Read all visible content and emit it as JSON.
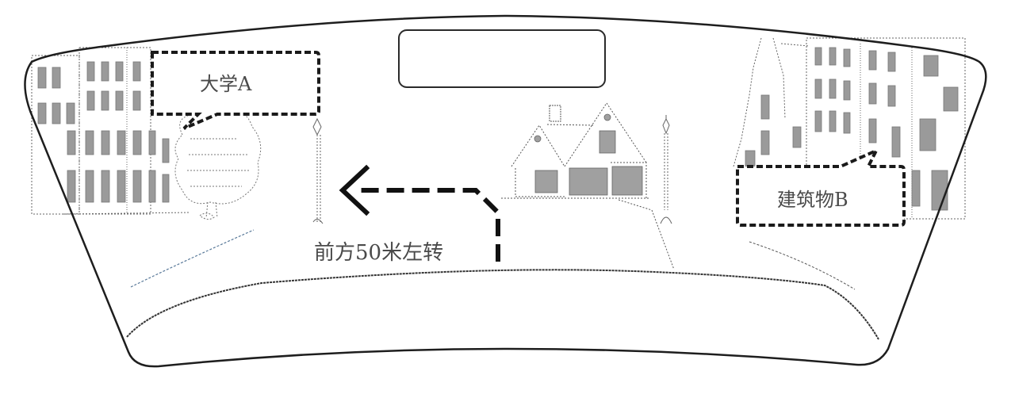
{
  "figure": {
    "type": "hud-windshield-ar-navigation-diagram",
    "style": "black-and-white line drawing"
  },
  "hud": {
    "display_box": {
      "content": ""
    }
  },
  "labels": {
    "poi_a": "大学A",
    "poi_b": "建筑物B",
    "navigation_instruction": "前方50米左转"
  },
  "navigation": {
    "arrow_direction": "left",
    "arrow_style": "dashed"
  },
  "scene": {
    "left_side": [
      "multi-story buildings",
      "tree",
      "street lamp"
    ],
    "center": [
      "house with two gables",
      "street lamp",
      "road"
    ],
    "right_side": [
      "multi-story buildings with tower"
    ]
  },
  "colors": {
    "line": "#1e1e1e",
    "sketch": "#555555",
    "label_text": "#4a4a4a",
    "background": "#ffffff"
  }
}
